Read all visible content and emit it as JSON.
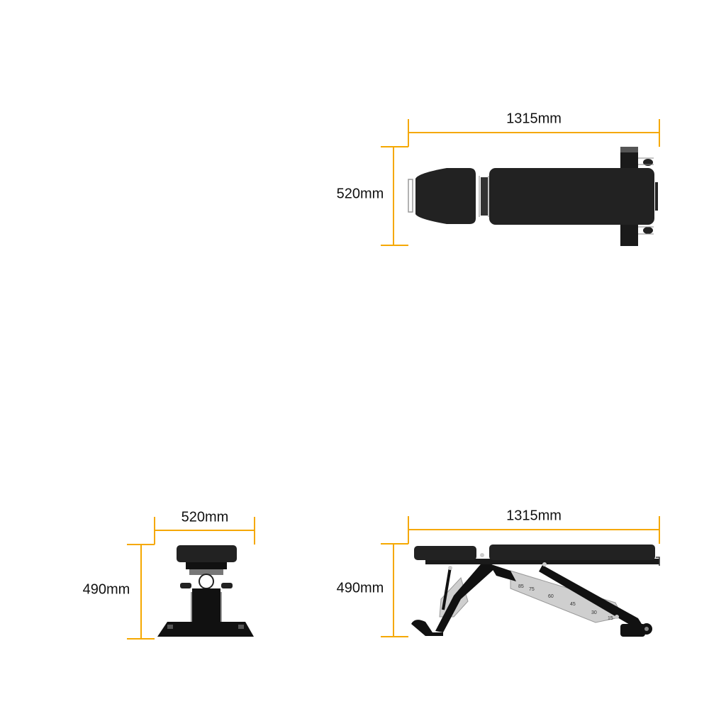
{
  "top_view": {
    "length_label": "1315mm",
    "width_label": "520mm"
  },
  "front_view": {
    "width_label": "520mm",
    "height_label": "490mm"
  },
  "side_view": {
    "length_label": "1315mm",
    "height_label": "490mm",
    "ladder_numbers": [
      "85",
      "75",
      "60",
      "45",
      "30",
      "15"
    ]
  },
  "colors": {
    "dimension_line": "#f5a800",
    "pad": "#1e1e1e",
    "frame": "#111111",
    "ladder": "#c8c8c8"
  }
}
